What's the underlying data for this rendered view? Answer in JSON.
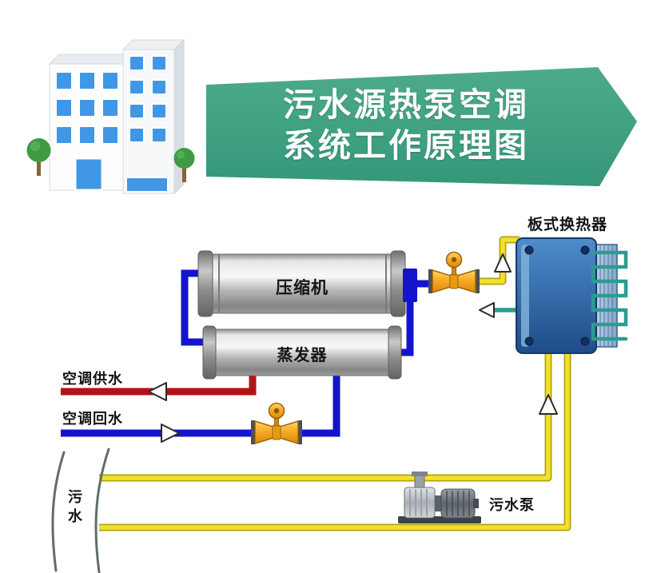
{
  "banner": {
    "title_line1": "污水源热泵空调",
    "title_line2": "系统工作原理图"
  },
  "labels": {
    "compressor": "压缩机",
    "evaporator": "蒸发器",
    "heat_exchanger": "板式换热器",
    "ac_supply": "空调供水",
    "ac_return": "空调回水",
    "sewage": "污水",
    "sewage_pump": "污水泵"
  },
  "colors": {
    "banner_green": "#35977a",
    "banner_green_light": "#4dab8c",
    "pipe_blue": "#1414cf",
    "pipe_red": "#b11414",
    "pipe_yellow": "#f2e12c",
    "pipe_yellow_dark": "#b4a30e",
    "pipe_teal": "#2a9d8f",
    "exchanger_blue": "#2f6cb0",
    "valve_yellow": "#f5a623",
    "window_blue": "#3f97e6",
    "river_gray": "#5f6f62"
  }
}
